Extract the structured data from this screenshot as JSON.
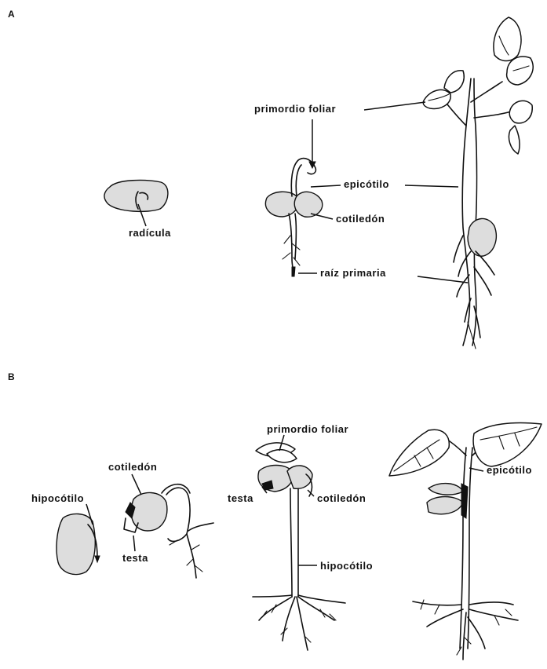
{
  "panels": [
    {
      "letter": "A",
      "labels": {
        "radicula": "radícula",
        "primordio_foliar": "primordio foliar",
        "epicotilo": "epicótilo",
        "cotiledon": "cotiledón",
        "raiz_primaria": "raíz primaria"
      }
    },
    {
      "letter": "B",
      "labels": {
        "hipocotilo_1": "hipocótilo",
        "cotiledon_1": "cotiledón",
        "testa_1": "testa",
        "primordio_foliar": "primordio foliar",
        "testa_2": "testa",
        "cotiledon_2": "cotiledón",
        "hipocotilo_2": "hipocótilo",
        "epicotilo": "epicótilo"
      }
    }
  ]
}
